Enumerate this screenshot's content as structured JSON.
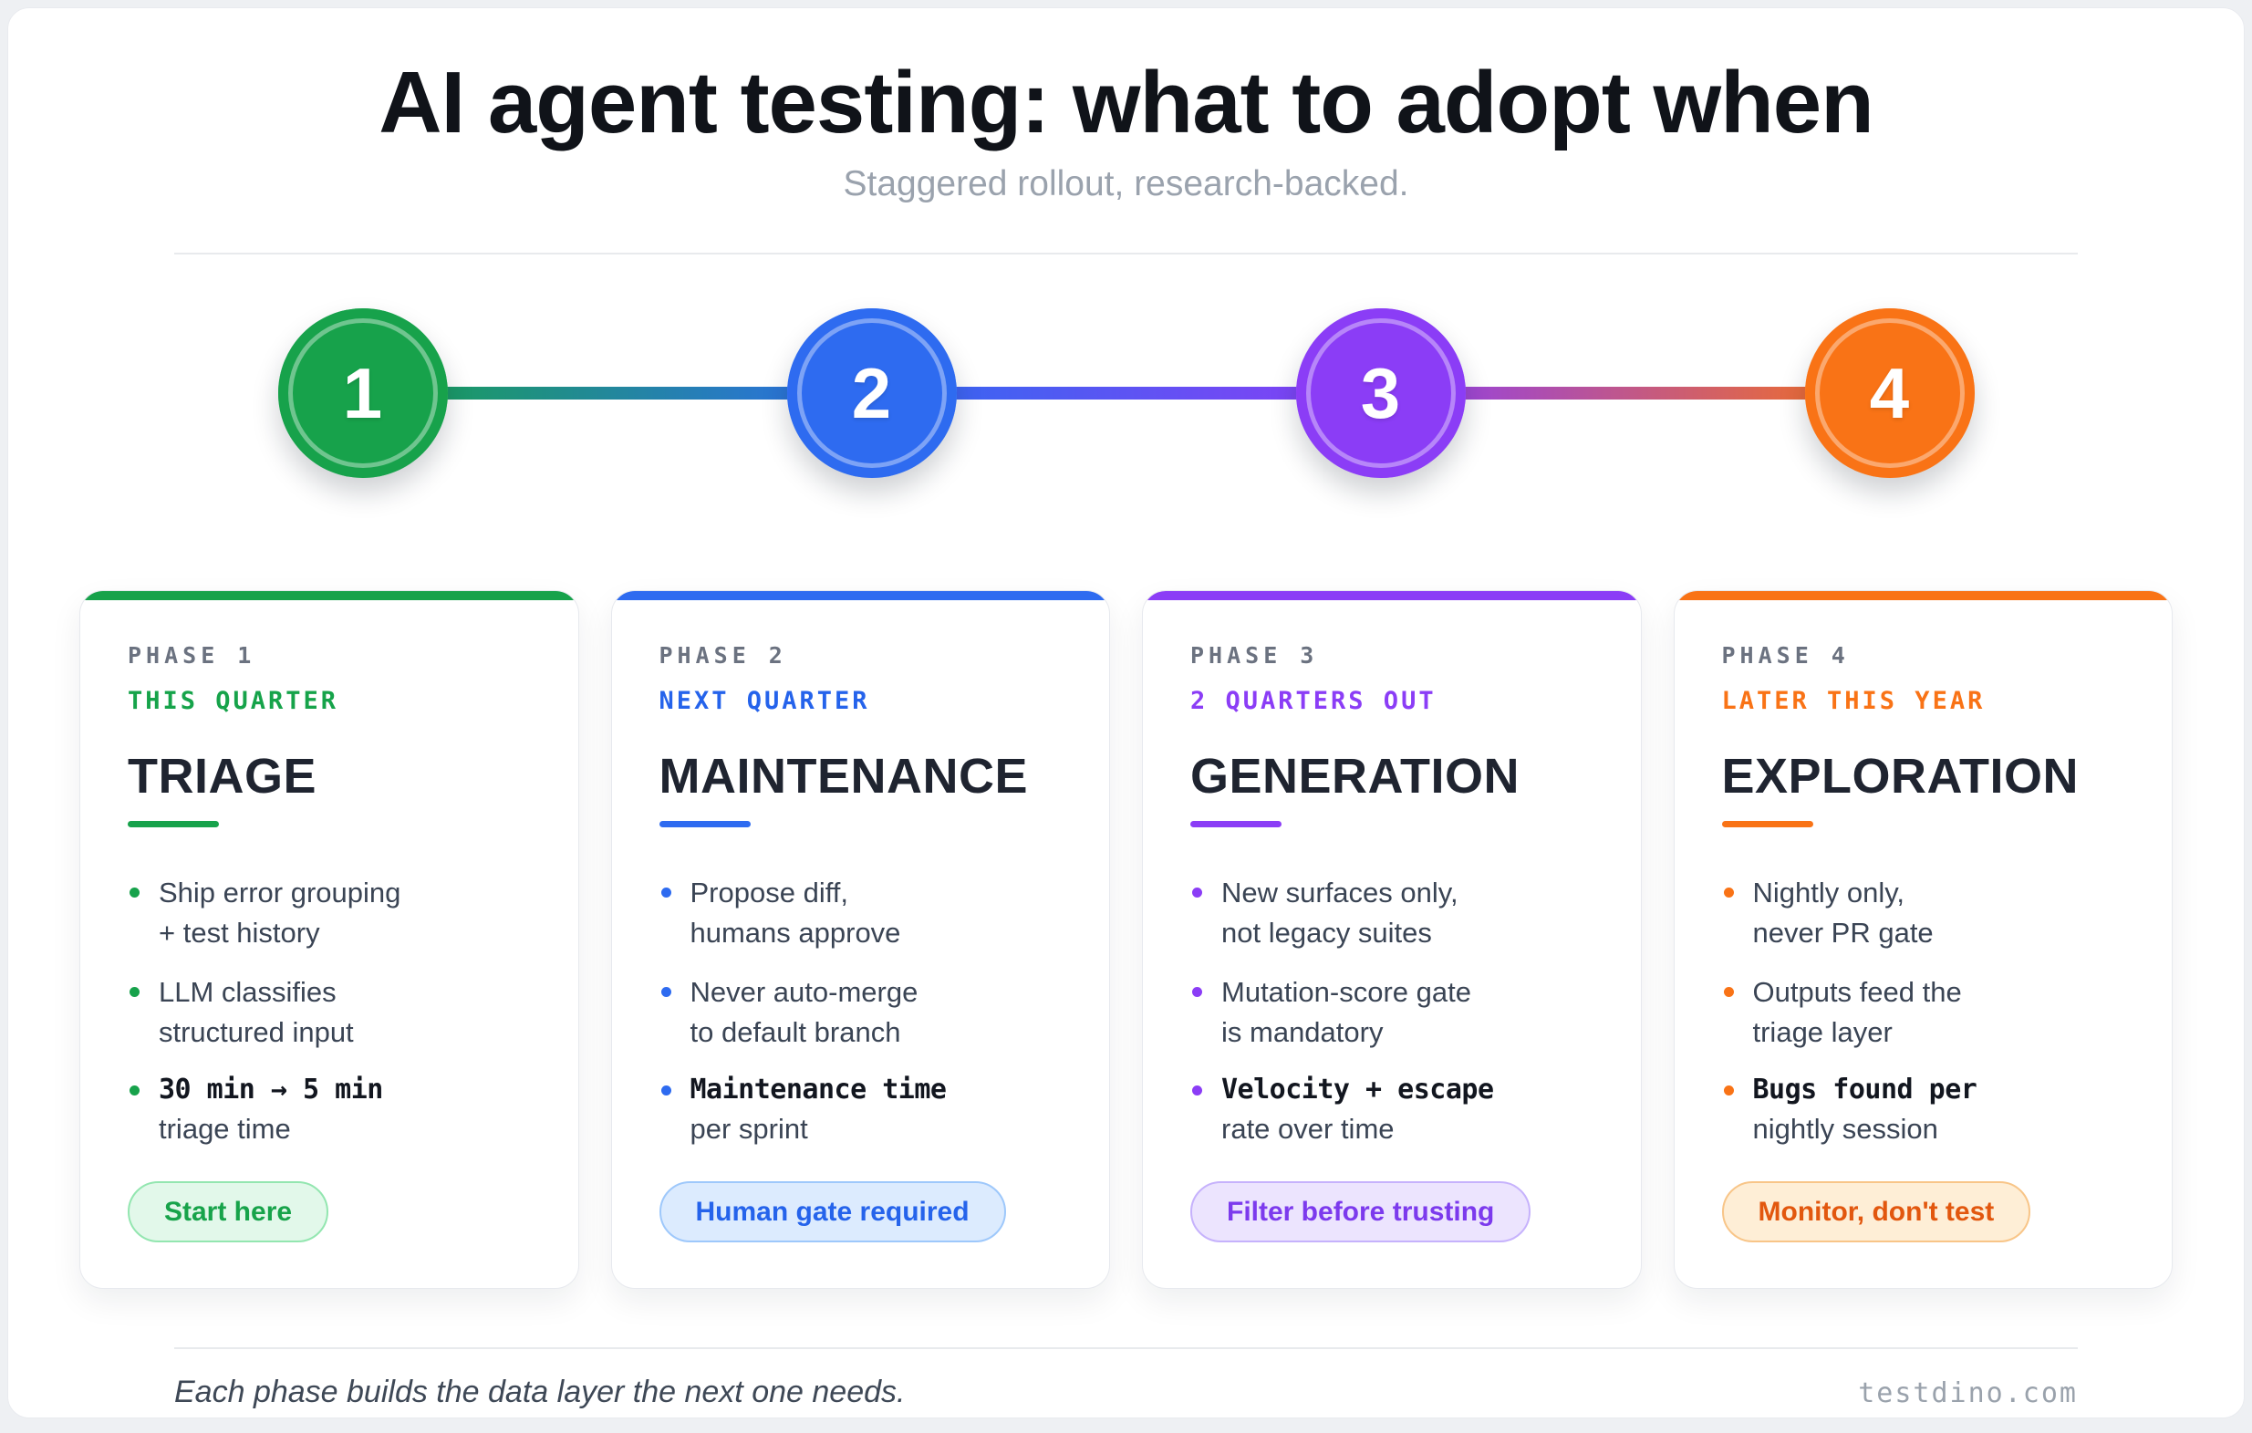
{
  "page": {
    "title": "AI agent testing: what to adopt when",
    "subtitle": "Staggered rollout, research-backed.",
    "footer_note": "Each phase builds the data layer the next one needs.",
    "footer_site": "testdino.com"
  },
  "timeline": {
    "steps": [
      {
        "number": "1",
        "color": "#17a24b"
      },
      {
        "number": "2",
        "color": "#2e6bf0"
      },
      {
        "number": "3",
        "color": "#8b3df6"
      },
      {
        "number": "4",
        "color": "#f97316"
      }
    ]
  },
  "phases": [
    {
      "phase_label": "PHASE 1",
      "timeframe": "THIS QUARTER",
      "title": "TRIAGE",
      "accent_color": "#17a24b",
      "bullets": [
        {
          "line1": "Ship error grouping",
          "line2": "+ test history",
          "metric": false
        },
        {
          "line1": "LLM classifies",
          "line2": "structured input",
          "metric": false
        },
        {
          "line1": "30 min → 5 min",
          "line2": "triage time",
          "metric": true
        }
      ],
      "badge": "Start here"
    },
    {
      "phase_label": "PHASE 2",
      "timeframe": "NEXT QUARTER",
      "title": "MAINTENANCE",
      "accent_color": "#2e6bf0",
      "bullets": [
        {
          "line1": "Propose diff,",
          "line2": "humans approve",
          "metric": false
        },
        {
          "line1": "Never auto-merge",
          "line2": "to default branch",
          "metric": false
        },
        {
          "line1": "Maintenance time",
          "line2": "per sprint",
          "metric": true
        }
      ],
      "badge": "Human gate required"
    },
    {
      "phase_label": "PHASE 3",
      "timeframe": "2 QUARTERS OUT",
      "title": "GENERATION",
      "accent_color": "#8b3df6",
      "bullets": [
        {
          "line1": "New surfaces only,",
          "line2": "not legacy suites",
          "metric": false
        },
        {
          "line1": "Mutation-score gate",
          "line2": "is mandatory",
          "metric": false
        },
        {
          "line1": "Velocity + escape",
          "line2": "rate over time",
          "metric": true
        }
      ],
      "badge": "Filter before trusting"
    },
    {
      "phase_label": "PHASE 4",
      "timeframe": "LATER THIS YEAR",
      "title": "EXPLORATION",
      "accent_color": "#f97316",
      "bullets": [
        {
          "line1": "Nightly only,",
          "line2": "never PR gate",
          "metric": false
        },
        {
          "line1": "Outputs feed the",
          "line2": "triage layer",
          "metric": false
        },
        {
          "line1": "Bugs found per",
          "line2": "nightly session",
          "metric": true
        }
      ],
      "badge": "Monitor, don't test"
    }
  ]
}
